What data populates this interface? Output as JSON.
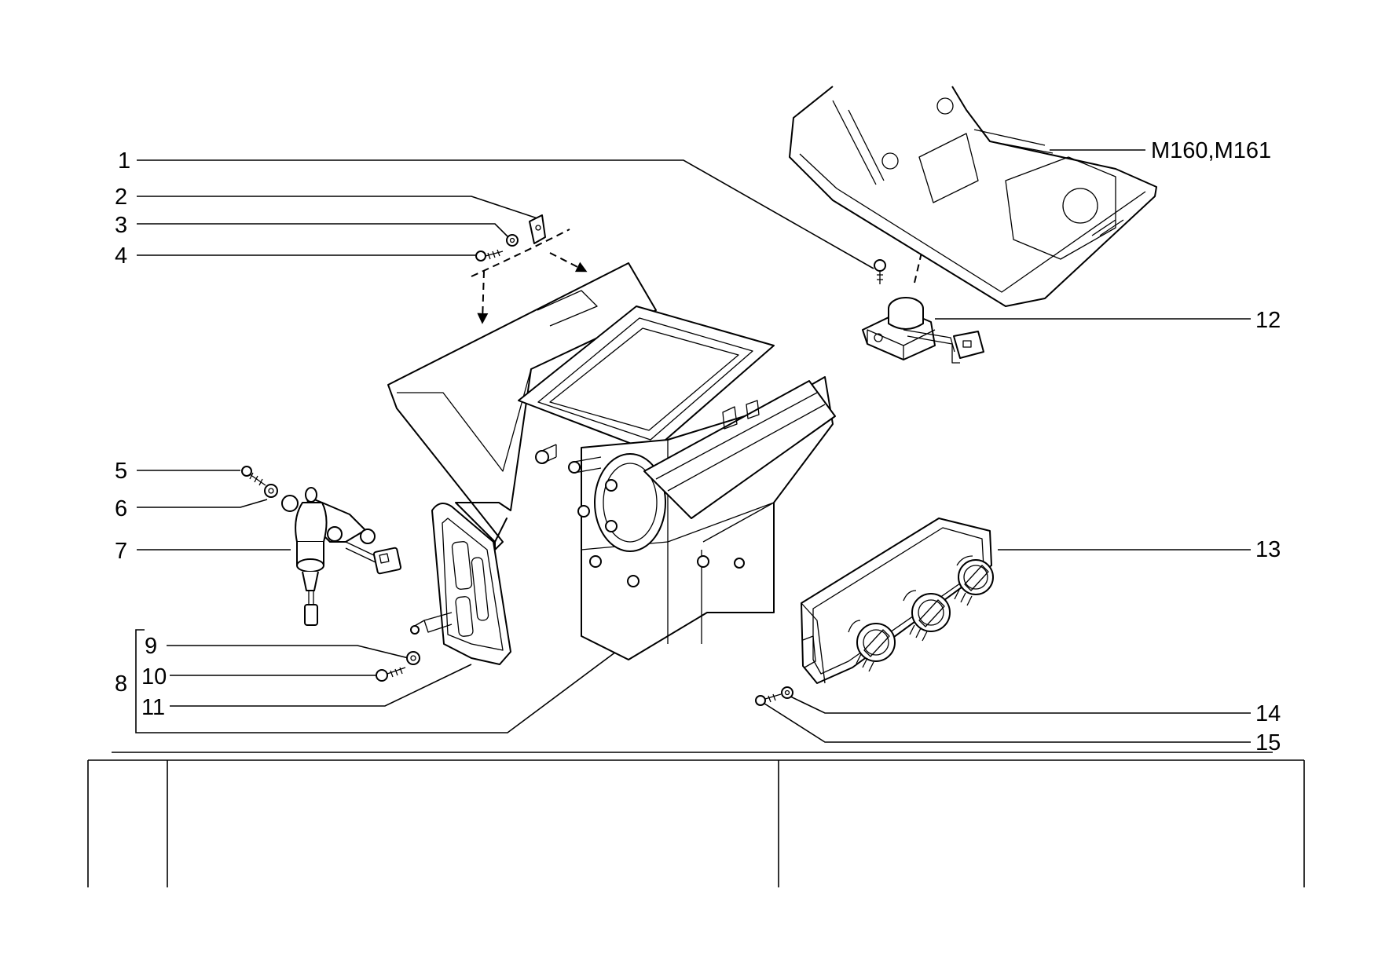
{
  "callouts": {
    "c1": "1",
    "c2": "2",
    "c3": "3",
    "c4": "4",
    "c5": "5",
    "c6": "6",
    "c7": "7",
    "c8": "8",
    "c9": "9",
    "c10": "10",
    "c11": "11",
    "c12": "12",
    "c13": "13",
    "c14": "14",
    "c15": "15"
  },
  "variant_label": "M160,M161"
}
